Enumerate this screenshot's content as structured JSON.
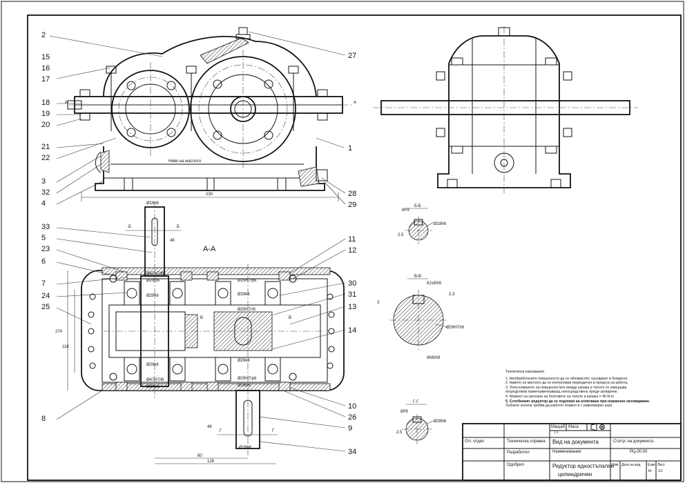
{
  "part_labels": {
    "p1": "1",
    "p2": "2",
    "p3": "3",
    "p4": "4",
    "p5": "5",
    "p6": "6",
    "p7": "7",
    "p8": "8",
    "p9": "9",
    "p10": "10",
    "p11": "11",
    "p12": "12",
    "p13": "13",
    "p14": "14",
    "p15": "15",
    "p16": "16",
    "p17": "17",
    "p18": "18",
    "p19": "19",
    "p20": "20",
    "p21": "21",
    "p22": "22",
    "p23": "23",
    "p24": "24",
    "p25": "25",
    "p26": "26",
    "p27": "27",
    "p28": "28",
    "p29": "29",
    "p30": "30",
    "p31": "31",
    "p32": "32",
    "p33": "33",
    "p34": "34"
  },
  "section_labels": {
    "aa_title": "А-А",
    "a_left": "А",
    "a_right": "А",
    "b_top_left": "Б",
    "b_top_right": "Б",
    "v_left": "В",
    "v_right": "В",
    "g_left": "Г",
    "g_right": "Г",
    "bb_title": "Б-Б",
    "vv_title": "В-В",
    "gg_title": "Г-Г"
  },
  "annotations": {
    "oil_level": "Ниво на маслото",
    "dim_230": "230",
    "dim_274": "274",
    "dim_116": "116",
    "dim_48_top": "48",
    "dim_48_bottom": "48",
    "dim_80": "80",
    "dim_128": "128",
    "d18h6": "Ø18h6",
    "d18h6_bb": "Ø18h6",
    "d29k6": "Ø29k6",
    "d29js6": "Ø29js6",
    "d47h7": "Ø47H7/l6",
    "d47h7_b": "Ø47H7/l6",
    "d29h7p6": "Ø29H7/p6",
    "d29h7p6_b": "Ø29H7/p6",
    "d29h7r6": "Ø29H7/r6",
    "d29h7r6_sec": "Ø29H7/r6",
    "d29k6_b": "Ø29k6",
    "d29k6_c": "Ø29k6",
    "d29k6_d": "Ø29k6",
    "d29k6_e": "Ø29k6",
    "d29js6_b": "Ø29js6",
    "d29js6_c": "Ø29js6",
    "d29k6_small": "Ø29k6",
    "d28h6": "Ø28h6",
    "d28h6_small": "Ø28h6",
    "bb_8p9": "8P9",
    "bb_25": "2.5",
    "vv_8js9": "8Js9/h9",
    "vv_23": "2.3",
    "vv_8n9": "8N9/h9",
    "vv_3": "3",
    "gg_8p9": "8P9",
    "gg_25": "2.5"
  },
  "notes": {
    "heading": "Технически изисквания",
    "items": [
      "1. Необработените повърхности да се обезмаслят, грундират и боядисат.",
      "2. Нивото на маслото да се контролира периодично в процеса на работа.",
      "3. Уплътняването на повърхностите между капака и тялото се извършва",
      "посредством паметерметизиращ непосредствено преди затваряне.",
      "4. Момент на затягане на болтовете на тялото и капака = 40 N.m",
      "5. Сглобеният редуктор да се подложи на изпитване при нормално натоварване.",
      "Зъбните колела трябва да работят плавно и с равномерен шум."
    ]
  },
  "title_block": {
    "scale_label": "Мащаб",
    "scale_value": "1:1",
    "mass_label": "Маса",
    "doc_type_label": "Вид на документа",
    "doc_status_label": "Статус на документа",
    "tech_ref": "Техническа справка",
    "dept_label": "Отг. отдел",
    "developer_label": "Разработил",
    "approver_label": "Одобрил",
    "name_label": "Наименование",
    "doc_number": "РЦ-00.00",
    "title_line1": "Редуктор едностъпален",
    "title_line2": "цилиндричен",
    "edition_label": "Изм",
    "date_label": "Дата на изд.",
    "lang_label": "Език",
    "lang_value": "Бг",
    "sheet_label": "Лист",
    "sheet_value": "1/1"
  }
}
